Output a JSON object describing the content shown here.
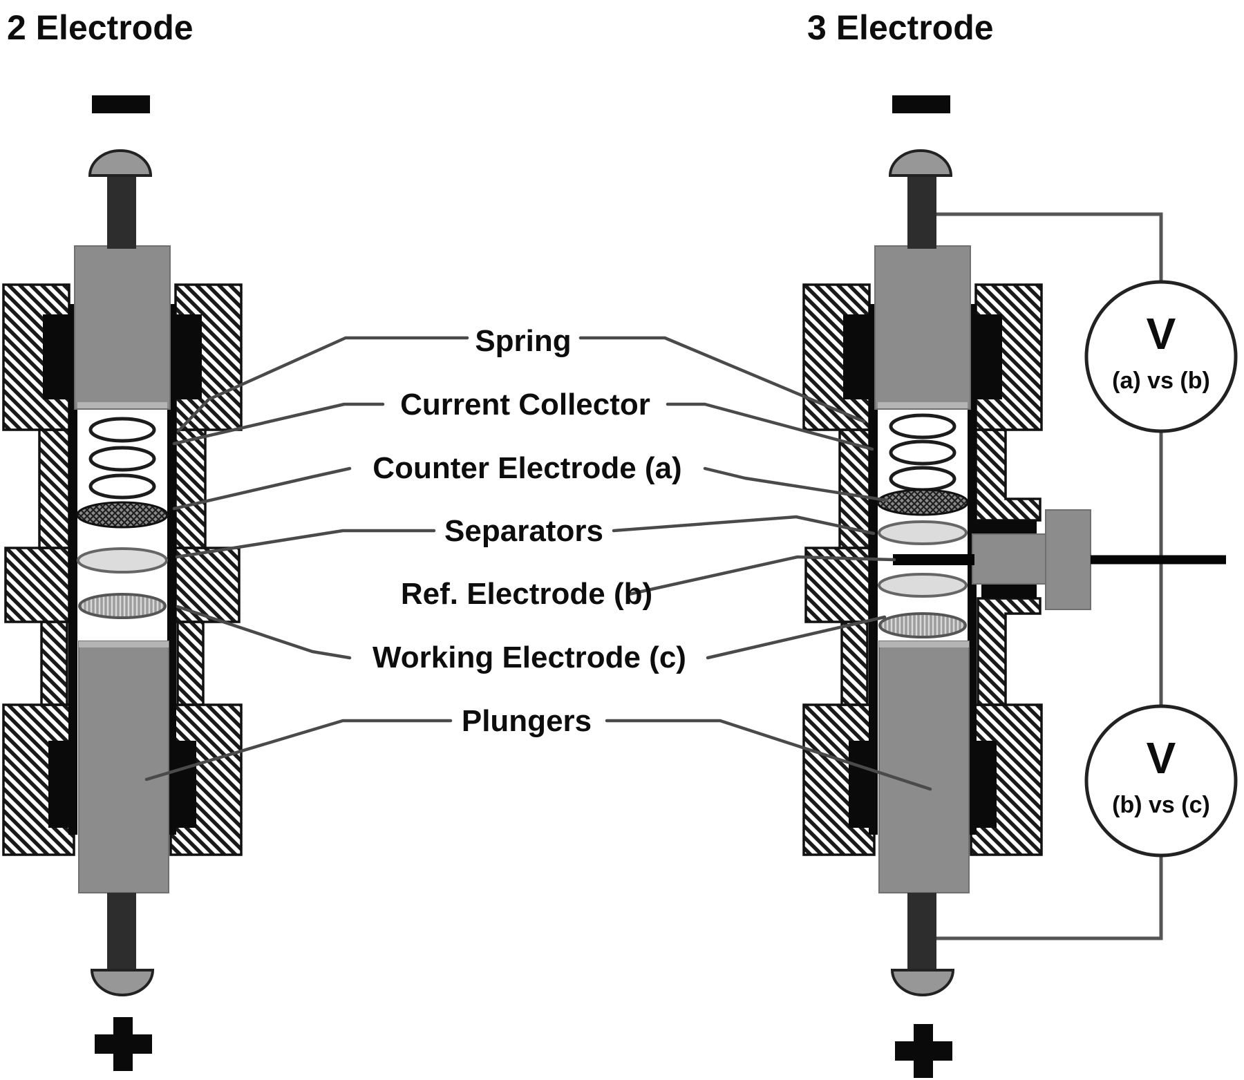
{
  "titles": {
    "left": "2 Electrode",
    "right": "3 Electrode"
  },
  "labels": {
    "spring": "Spring",
    "current_collector": "Current Collector",
    "counter_electrode": "Counter Electrode (a)",
    "separators": "Separators",
    "ref_electrode": "Ref. Electrode (b)",
    "working_electrode": "Working Electrode (c)",
    "plungers": "Plungers"
  },
  "polarity": {
    "negative_symbol": "-",
    "positive_symbol": "+"
  },
  "voltmeters": [
    {
      "symbol": "V",
      "measures": "(a) vs (b)"
    },
    {
      "symbol": "V",
      "measures": "(b) vs (c)"
    }
  ],
  "colors": {
    "background": "#ffffff",
    "ink": "#0d0d0d",
    "hatch_line": "#1a1a1a",
    "plunger_gray": "#8c8c8c",
    "pin_dark": "#2d2d2d",
    "dome_gray": "#979797",
    "separator_gray": "#dcdcdc",
    "seal_black": "#0a0a0a",
    "wire_gray": "#555555"
  }
}
